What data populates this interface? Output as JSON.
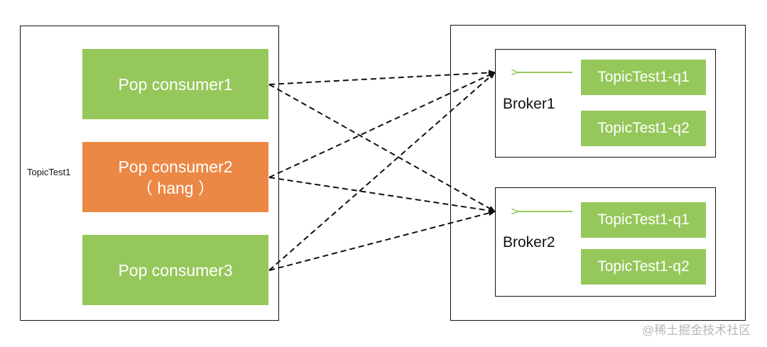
{
  "consumer_group": {
    "topic_label": "TopicTest1"
  },
  "consumers": [
    {
      "name": "Pop consumer1",
      "status": ""
    },
    {
      "name": "Pop consumer2",
      "status": "（ hang ）"
    },
    {
      "name": "Pop consumer3",
      "status": ""
    }
  ],
  "brokers": [
    {
      "name": "Broker1",
      "queues": [
        "TopicTest1-q1",
        "TopicTest1-q2"
      ]
    },
    {
      "name": "Broker2",
      "queues": [
        "TopicTest1-q1",
        "TopicTest1-q2"
      ]
    }
  ],
  "watermark": "@稀土掘金技术社区",
  "colors": {
    "normal_consumer": "#95c75a",
    "hung_consumer": "#ec8845",
    "queue": "#95c75a"
  }
}
